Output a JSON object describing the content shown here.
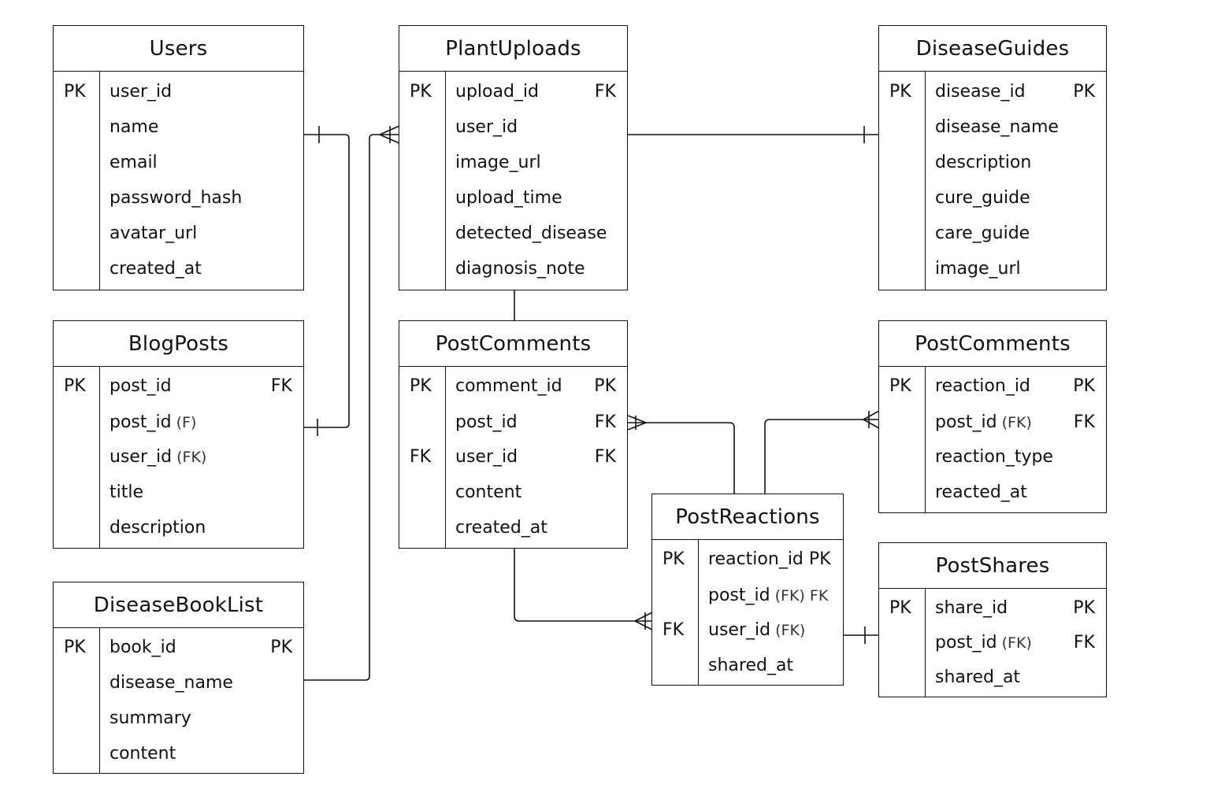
{
  "entities": [
    {
      "id": "users",
      "title": "Users",
      "rows": [
        {
          "key": "PK",
          "name": "user_id",
          "suffix": "",
          "right": ""
        },
        {
          "key": "",
          "name": "name",
          "suffix": "",
          "right": ""
        },
        {
          "key": "",
          "name": "email",
          "suffix": "",
          "right": ""
        },
        {
          "key": "",
          "name": "password_hash",
          "suffix": "",
          "right": ""
        },
        {
          "key": "",
          "name": "avatar_url",
          "suffix": "",
          "right": ""
        },
        {
          "key": "",
          "name": "created_at",
          "suffix": "",
          "right": ""
        }
      ]
    },
    {
      "id": "plant-uploads",
      "title": "PlantUploads",
      "rows": [
        {
          "key": "PK",
          "name": "upload_id",
          "suffix": "",
          "right": "FK"
        },
        {
          "key": "",
          "name": "user_id",
          "suffix": "",
          "right": ""
        },
        {
          "key": "",
          "name": "image_url",
          "suffix": "",
          "right": ""
        },
        {
          "key": "",
          "name": "upload_time",
          "suffix": "",
          "right": ""
        },
        {
          "key": "",
          "name": "detected_disease",
          "suffix": "",
          "right": ""
        },
        {
          "key": "",
          "name": "diagnosis_note",
          "suffix": "",
          "right": ""
        }
      ]
    },
    {
      "id": "disease-guides",
      "title": "DiseaseGuides",
      "rows": [
        {
          "key": "PK",
          "name": "disease_id",
          "suffix": "",
          "right": "PK"
        },
        {
          "key": "",
          "name": "disease_name",
          "suffix": "",
          "right": ""
        },
        {
          "key": "",
          "name": "description",
          "suffix": "",
          "right": ""
        },
        {
          "key": "",
          "name": "cure_guide",
          "suffix": "",
          "right": ""
        },
        {
          "key": "",
          "name": "care_guide",
          "suffix": "",
          "right": ""
        },
        {
          "key": "",
          "name": "image_url",
          "suffix": "",
          "right": ""
        }
      ]
    },
    {
      "id": "blog-posts",
      "title": "BlogPosts",
      "rows": [
        {
          "key": "PK",
          "name": "post_id",
          "suffix": "",
          "right": "FK"
        },
        {
          "key": "",
          "name": "post_id",
          "suffix": " (F)",
          "right": ""
        },
        {
          "key": "",
          "name": "user_id",
          "suffix": " (FK)",
          "right": ""
        },
        {
          "key": "",
          "name": "title",
          "suffix": "",
          "right": ""
        },
        {
          "key": "",
          "name": "description",
          "suffix": "",
          "right": ""
        }
      ]
    },
    {
      "id": "post-comments-center",
      "title": "PostComments",
      "rows": [
        {
          "key": "PK",
          "name": "comment_id",
          "suffix": "",
          "right": "PK"
        },
        {
          "key": "",
          "name": "post_id",
          "suffix": "",
          "right": "FK"
        },
        {
          "key": "FK",
          "name": "user_id",
          "suffix": "",
          "right": "FK"
        },
        {
          "key": "",
          "name": "content",
          "suffix": "",
          "right": ""
        },
        {
          "key": "",
          "name": "created_at",
          "suffix": "",
          "right": ""
        }
      ]
    },
    {
      "id": "post-comments-right",
      "title": "PostComments",
      "rows": [
        {
          "key": "PK",
          "name": "reaction_id",
          "suffix": "",
          "right": "PK"
        },
        {
          "key": "",
          "name": "post_id",
          "suffix": " (FK)",
          "right": "FK"
        },
        {
          "key": "",
          "name": "reaction_type",
          "suffix": "",
          "right": ""
        },
        {
          "key": "",
          "name": "reacted_at",
          "suffix": "",
          "right": ""
        }
      ]
    },
    {
      "id": "post-reactions",
      "title": "PostReactions",
      "rows": [
        {
          "key": "PK",
          "name": "reaction_id PK",
          "suffix": "",
          "right": ""
        },
        {
          "key": "",
          "name": "post_id",
          "suffix": " (FK) FK",
          "right": ""
        },
        {
          "key": "FK",
          "name": "user_id",
          "suffix": " (FK)",
          "right": ""
        },
        {
          "key": "",
          "name": "shared_at",
          "suffix": "",
          "right": ""
        }
      ]
    },
    {
      "id": "post-shares",
      "title": "PostShares",
      "rows": [
        {
          "key": "PK",
          "name": "share_id",
          "suffix": "",
          "right": "PK"
        },
        {
          "key": "",
          "name": "post_id",
          "suffix": " (FK)",
          "right": "FK"
        },
        {
          "key": "",
          "name": "shared_at",
          "suffix": "",
          "right": ""
        }
      ]
    },
    {
      "id": "disease-book-list",
      "title": "DiseaseBookList",
      "rows": [
        {
          "key": "PK",
          "name": "book_id",
          "suffix": "",
          "right": "PK"
        },
        {
          "key": "",
          "name": "disease_name",
          "suffix": "",
          "right": ""
        },
        {
          "key": "",
          "name": "summary",
          "suffix": "",
          "right": ""
        },
        {
          "key": "",
          "name": "content",
          "suffix": "",
          "right": ""
        }
      ]
    }
  ],
  "relationships": [
    {
      "id": "users-blogposts",
      "from": "Users",
      "to": "BlogPosts",
      "from_end": "one",
      "to_end": "one"
    },
    {
      "id": "plantuploads-diseaseguides",
      "from": "PlantUploads",
      "to": "DiseaseGuides",
      "from_end": "none",
      "to_end": "one"
    },
    {
      "id": "diseasebooklist-plantuploads",
      "from": "DiseaseBookList",
      "to": "PlantUploads",
      "from_end": "none",
      "to_end": "many"
    },
    {
      "id": "plantuploads-postcomments",
      "from": "PlantUploads",
      "to": "PostComments",
      "from_end": "none",
      "to_end": "none"
    },
    {
      "id": "postcomments-postreactions-a",
      "from": "PostComments",
      "to": "PostReactions",
      "from_end": "many",
      "to_end": "none"
    },
    {
      "id": "postreactions-postcomments-right",
      "from": "PostReactions",
      "to": "PostComments",
      "from_end": "none",
      "to_end": "many"
    },
    {
      "id": "postcomments-postreactions-b",
      "from": "PostComments",
      "to": "PostReactions",
      "from_end": "none",
      "to_end": "many"
    },
    {
      "id": "postreactions-postshares",
      "from": "PostReactions",
      "to": "PostShares",
      "from_end": "none",
      "to_end": "one"
    }
  ]
}
